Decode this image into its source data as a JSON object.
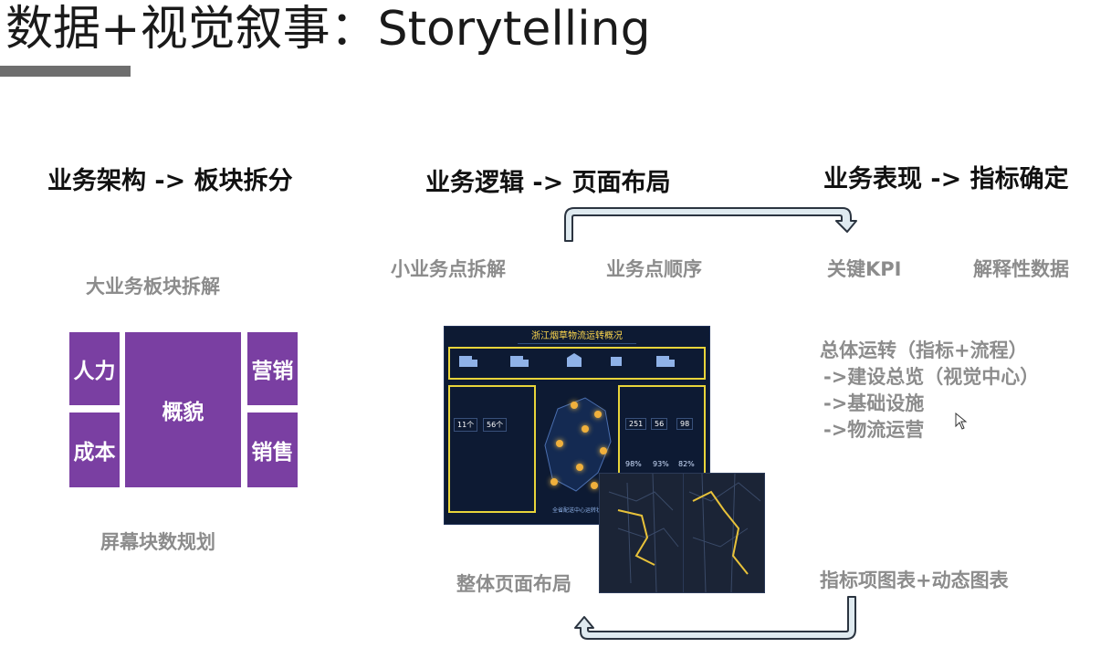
{
  "slide": {
    "title": "数据+视觉叙事：Storytelling",
    "headings": {
      "left": "业务架构 -> 板块拆分",
      "center": "业务逻辑 -> 页面布局",
      "right": "业务表现 -> 指标确定"
    },
    "left": {
      "caption_top": "大业务板块拆解",
      "caption_bottom": "屏幕块数规划",
      "blocks": {
        "tl": "人力",
        "center": "概貌",
        "tr": "营销",
        "bl": "成本",
        "br": "销售"
      }
    },
    "center": {
      "label_left": "小业务点拆解",
      "label_right": "业务点顺序",
      "caption_bottom": "整体页面布局",
      "dashboard_title": "浙江烟草物流运转概况",
      "dashboard_kpis": [
        "11个",
        "56个",
        "251",
        "56",
        "98"
      ],
      "dashboard_percents": [
        "98%",
        "93%",
        "82%"
      ],
      "dashboard_footer": "全省配送中心运转状况"
    },
    "right": {
      "label_left": "关键KPI",
      "label_right": "解释性数据",
      "kpi_lines": [
        "总体运转（指标+流程）",
        " ->建设总览（视觉中心）",
        " ->基础设施",
        " ->物流运营"
      ],
      "caption_bottom": "指标项图表+动态图表"
    },
    "colors": {
      "purple_block": "#7a3fa2",
      "caption_gray": "#8c8c8c",
      "arrow_fill": "#dfeaf0",
      "arrow_stroke": "#2b3440",
      "dashboard_bg": "#0d1a33",
      "dashboard_border": "#e8d43a"
    }
  }
}
